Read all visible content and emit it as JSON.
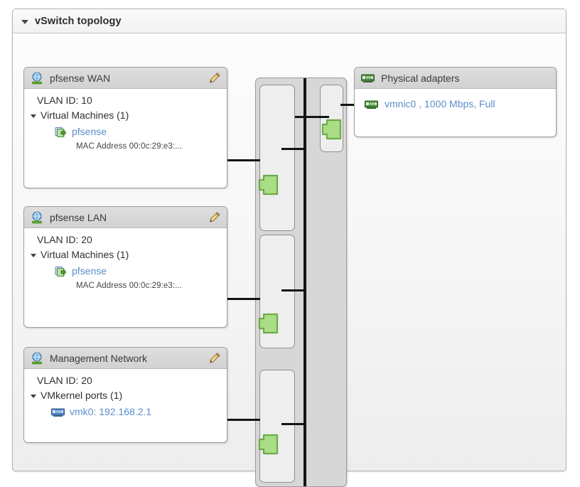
{
  "panel": {
    "title": "vSwitch topology",
    "twisty_icon": "chevron-down-icon",
    "expanded": "true"
  },
  "port_groups": [
    {
      "name": "pfsense WAN",
      "icon": "port-group-icon",
      "edit_icon": "pencil-icon",
      "vlan": "VLAN ID: 10",
      "group_label": "Virtual Machines (1)",
      "child_icon": "virtual-machine-icon",
      "child_label": "pfsense",
      "detail": "MAC Address 00:0c:29:e3:..."
    },
    {
      "name": "pfsense LAN",
      "icon": "port-group-icon",
      "edit_icon": "pencil-icon",
      "vlan": "VLAN ID: 20",
      "group_label": "Virtual Machines (1)",
      "child_icon": "virtual-machine-icon",
      "child_label": "pfsense",
      "detail": "MAC Address 00:0c:29:e3:..."
    },
    {
      "name": "Management Network",
      "icon": "port-group-icon",
      "edit_icon": "pencil-icon",
      "vlan": "VLAN ID: 20",
      "group_label": "VMkernel ports (1)",
      "child_icon": "vmkernel-adapter-icon",
      "child_label": "vmk0: 192.168.2.1",
      "detail": ""
    }
  ],
  "physical_adapters": {
    "title": "Physical adapters",
    "icon": "physical-nic-icon",
    "items": [
      {
        "icon": "physical-nic-icon",
        "label": "vmnic0 , 1000 Mbps, Full"
      }
    ]
  },
  "vswitch": {
    "name": "virtual-switch",
    "connector_icon": "network-jack-icon",
    "ports": 4
  },
  "colors": {
    "link_text": "#5b8fc7",
    "jack_green": "#a9dd86",
    "jack_green_border": "#6faa4a",
    "switch_body": "#d7d7d7",
    "slot_fill": "#eeeeee",
    "backplane": "#141414",
    "header_bg": "#d6d6d6",
    "panel_border": "#b4b4b4"
  }
}
